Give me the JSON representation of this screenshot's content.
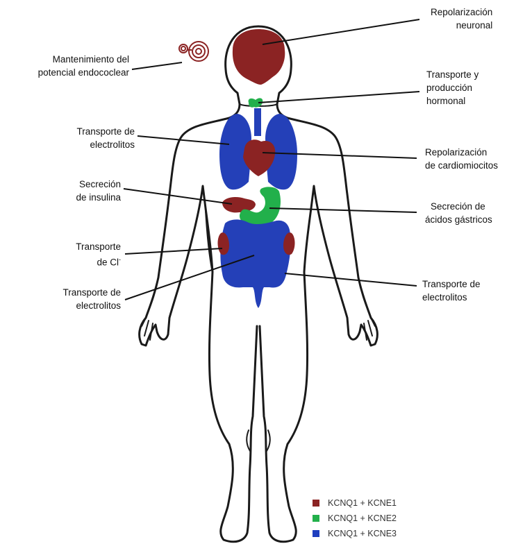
{
  "labels": {
    "ear": [
      "Mantenimiento del",
      "potencial endococlear"
    ],
    "brain": [
      "Repolarización",
      "neuronal"
    ],
    "thyroid": [
      "Transporte y",
      "producción",
      "hormonal"
    ],
    "lungs": [
      "Transporte de",
      "electrolitos"
    ],
    "heart": [
      "Repolarización",
      "de cardiomiocitos"
    ],
    "pancreas": [
      "Secreción",
      "de insulina"
    ],
    "stomach": [
      "Secreción de",
      "ácidos gástricos"
    ],
    "kidney": {
      "text": "Transporte",
      "line2": "de Cl",
      "sup": "-"
    },
    "intestine_left": [
      "Transporte de",
      "electrolitos"
    ],
    "intestine_right": [
      "Transporte de",
      "electrolitos"
    ]
  },
  "legend": [
    {
      "label": "KCNQ1 + KCNE1",
      "color": "#8B2323"
    },
    {
      "label": "KCNQ1 + KCNE2",
      "color": "#22B04B"
    },
    {
      "label": "KCNQ1 + KCNE3",
      "color": "#1F3FBF"
    }
  ],
  "colors": {
    "red": "#8B2323",
    "green": "#22B04B",
    "blue": "#2440B8",
    "outline": "#1a1a1a"
  }
}
